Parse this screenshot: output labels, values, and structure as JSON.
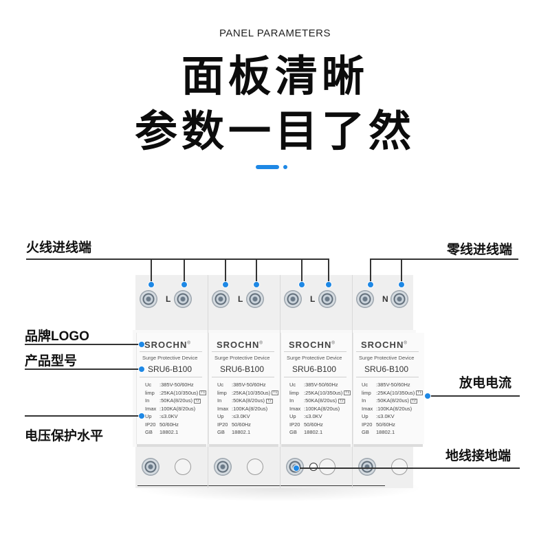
{
  "header": {
    "subtitle": "PANEL PARAMETERS",
    "headline_1": "面板清晰",
    "headline_2": "参数一目了然"
  },
  "colors": {
    "accent": "#1e88e5",
    "text": "#111111",
    "line": "#333333"
  },
  "callouts": {
    "live_input": "火线进线端",
    "neutral_input": "零线进线端",
    "brand_logo": "品牌LOGO",
    "model": "产品型号",
    "discharge_current": "放电电流",
    "voltage_protection": "电压保护水平",
    "ground_terminal": "地线接地端"
  },
  "device": {
    "modules": [
      {
        "terminal_label": "L",
        "brand": "SROCHN",
        "brand_mark": "®",
        "description": "Surge Protective Device",
        "model": "SRU6-B100",
        "specs": [
          {
            "k": "Uc",
            "v": ":385V-50/60Hz",
            "tag": ""
          },
          {
            "k": "limp",
            "v": ":25KA(10/350us)",
            "tag": "T1"
          },
          {
            "k": "In",
            "v": ":50KA(8/20us)",
            "tag": "T2"
          },
          {
            "k": "Imax",
            "v": ":100KA(8/20us)",
            "tag": ""
          },
          {
            "k": "Up",
            "v": ":≤3.0KV",
            "tag": ""
          },
          {
            "k": "IP20",
            "v": "50/60Hz",
            "tag": ""
          },
          {
            "k": "GB",
            "v": "18802.1",
            "tag": ""
          }
        ]
      },
      {
        "terminal_label": "L",
        "brand": "SROCHN",
        "brand_mark": "®",
        "description": "Surge Protective Device",
        "model": "SRU6-B100",
        "specs": [
          {
            "k": "Uc",
            "v": ":385V-50/60Hz",
            "tag": ""
          },
          {
            "k": "limp",
            "v": ":25KA(10/350us)",
            "tag": "T1"
          },
          {
            "k": "In",
            "v": ":50KA(8/20us)",
            "tag": "T2"
          },
          {
            "k": "Imax",
            "v": ":100KA(8/20us)",
            "tag": ""
          },
          {
            "k": "Up",
            "v": ":≤3.0KV",
            "tag": ""
          },
          {
            "k": "IP20",
            "v": "50/60Hz",
            "tag": ""
          },
          {
            "k": "GB",
            "v": "18802.1",
            "tag": ""
          }
        ]
      },
      {
        "terminal_label": "L",
        "brand": "SROCHN",
        "brand_mark": "®",
        "description": "Surge Protective Device",
        "model": "SRU6-B100",
        "specs": [
          {
            "k": "Uc",
            "v": ":385V-50/60Hz",
            "tag": ""
          },
          {
            "k": "limp",
            "v": ":25KA(10/350us)",
            "tag": "T1"
          },
          {
            "k": "In",
            "v": ":50KA(8/20us)",
            "tag": "T2"
          },
          {
            "k": "Imax",
            "v": ":100KA(8/20us)",
            "tag": ""
          },
          {
            "k": "Up",
            "v": ":≤3.0KV",
            "tag": ""
          },
          {
            "k": "IP20",
            "v": "50/60Hz",
            "tag": ""
          },
          {
            "k": "GB",
            "v": "18802.1",
            "tag": ""
          }
        ]
      },
      {
        "terminal_label": "N",
        "brand": "SROCHN",
        "brand_mark": "®",
        "description": "Surge Protective Device",
        "model": "SRU6-B100",
        "specs": [
          {
            "k": "Uc",
            "v": ":385V-50/60Hz",
            "tag": ""
          },
          {
            "k": "limp",
            "v": ":25KA(10/350us)",
            "tag": "T1"
          },
          {
            "k": "In",
            "v": ":50KA(8/20us)",
            "tag": "T2"
          },
          {
            "k": "Imax",
            "v": ":100KA(8/20us)",
            "tag": ""
          },
          {
            "k": "Up",
            "v": ":≤3.0KV",
            "tag": ""
          },
          {
            "k": "IP20",
            "v": "50/60Hz",
            "tag": ""
          },
          {
            "k": "GB",
            "v": "18802.1",
            "tag": ""
          }
        ]
      }
    ]
  }
}
